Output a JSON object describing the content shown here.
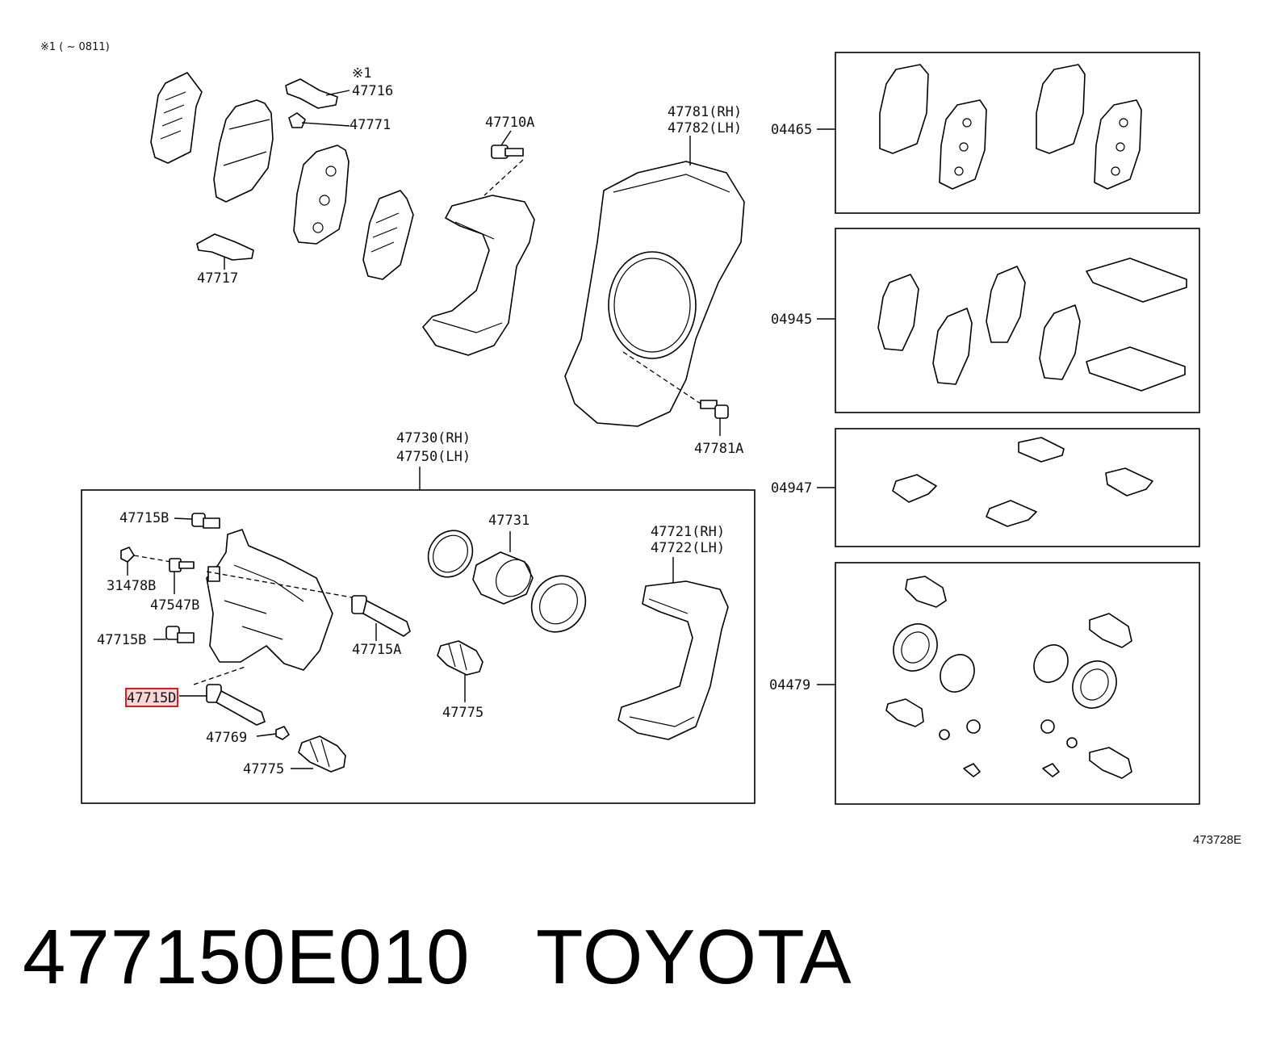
{
  "header_note": "※1 (       ~ 0811)",
  "ref_number": "473728E",
  "callouts": {
    "c_note1": "※1",
    "c_47716": "47716",
    "c_47771": "47771",
    "c_47717": "47717",
    "c_47710A": "47710A",
    "c_47781": "47781(RH)",
    "c_47782": "47782(LH)",
    "c_47781A": "47781A",
    "c_47730": "47730(RH)",
    "c_47750": "47750(LH)",
    "c_47715B_top": "47715B",
    "c_31478B": "31478B",
    "c_47547B": "47547B",
    "c_47715B_mid": "47715B",
    "c_47715A": "47715A",
    "c_47715D": "47715D",
    "c_47769": "47769",
    "c_47775_bottom": "47775",
    "c_47731": "47731",
    "c_47775_center": "47775",
    "c_47721": "47721(RH)",
    "c_47722": "47722(LH)",
    "c_04465": "04465",
    "c_04945": "04945",
    "c_04947": "04947",
    "c_04479": "04479"
  },
  "highlighted_part": "47715D",
  "caption": {
    "part_number": "477150E010",
    "brand": "TOYOTA"
  },
  "colors": {
    "highlight_stroke": "#d42020",
    "highlight_fill": "#f08c8c",
    "line": "#000000"
  }
}
